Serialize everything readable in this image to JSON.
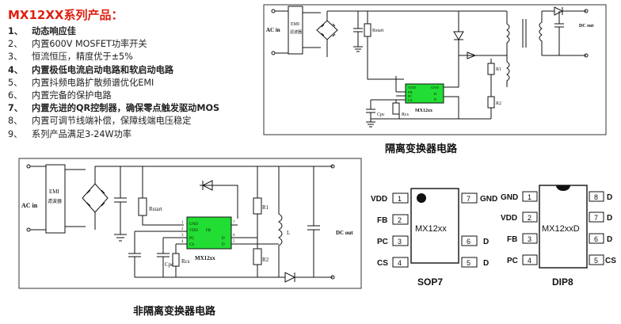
{
  "header": {
    "title": "MX12XX系列产品：",
    "features": [
      {
        "num": "1、",
        "text": "动态响应佳",
        "bold": true
      },
      {
        "num": "2、",
        "text": "内置600V MOSFET功率开关",
        "bold": false
      },
      {
        "num": "3、",
        "text": "恒流恒压，精度优于±5%",
        "bold": false
      },
      {
        "num": "4、",
        "text": "内置极低电流启动电路和软启动电路",
        "bold": true
      },
      {
        "num": "5、",
        "text": "内置抖频电路扩散频谱优化EMI",
        "bold": false
      },
      {
        "num": "6、",
        "text": "内置完备的保护电路",
        "bold": false
      },
      {
        "num": "7、",
        "text": "内置先进的QR控制器，确保零点触发驱动MOS",
        "bold": true
      },
      {
        "num": "8、",
        "text": "内置可调节线端补偿，保障线端电压稳定",
        "bold": false
      },
      {
        "num": "9、",
        "text": "系列产品满足3-24W功率",
        "bold": false
      }
    ]
  },
  "isolated": {
    "caption": "隔离变换器电路",
    "ac_in": "AC in",
    "emi": "EMI",
    "emi_sub": "滤波器",
    "rstart": "Rstart",
    "dc_out": "DC out",
    "r1": "R1",
    "r2": "R2",
    "cpc": "Cpc",
    "rcs": "Rcs",
    "chip": "MX12xx",
    "pins": {
      "vdd": "VDD",
      "gnd": "GND",
      "fb": "FB",
      "pc": "PC",
      "cs": "CS",
      "d": "D"
    }
  },
  "nonisolated": {
    "caption": "非隔离变换器电路",
    "ac_in": "AC in",
    "emi": "EMI",
    "emi_sub": "滤波器",
    "rstart": "Rstart",
    "dc_out": "DC out",
    "r1": "R1",
    "r2": "R2",
    "l": "L",
    "cpc": "Cpc",
    "rcs": "Rcs",
    "chip": "MX12xx",
    "pins": {
      "gnd": "GND",
      "vdd": "VDD",
      "fb": "FB",
      "pc": "PC",
      "cs": "CS",
      "d": "D"
    },
    "pin_nums": [
      "1",
      "2",
      "3",
      "4",
      "7",
      "6",
      "5"
    ]
  },
  "sop7": {
    "label": "SOP7",
    "chip": "MX12xx",
    "left_pins": [
      {
        "name": "VDD",
        "num": "1"
      },
      {
        "name": "FB",
        "num": "2"
      },
      {
        "name": "PC",
        "num": "3"
      },
      {
        "name": "CS",
        "num": "4"
      }
    ],
    "right_pins": [
      {
        "name": "GND",
        "num": "7"
      },
      {
        "name": "D",
        "num": "6"
      },
      {
        "name": "D",
        "num": "5"
      }
    ]
  },
  "dip8": {
    "label": "DIP8",
    "chip": "MX12xxD",
    "left_pins": [
      {
        "name": "GND",
        "num": "1"
      },
      {
        "name": "VDD",
        "num": "2"
      },
      {
        "name": "FB",
        "num": "3"
      },
      {
        "name": "PC",
        "num": "4"
      }
    ],
    "right_pins": [
      {
        "name": "D",
        "num": "8"
      },
      {
        "name": "D",
        "num": "7"
      },
      {
        "name": "D",
        "num": "6"
      },
      {
        "name": "CS",
        "num": "5"
      }
    ]
  },
  "colors": {
    "title": "#e02010",
    "chip_fill": "#22dd33",
    "line": "#111111"
  }
}
